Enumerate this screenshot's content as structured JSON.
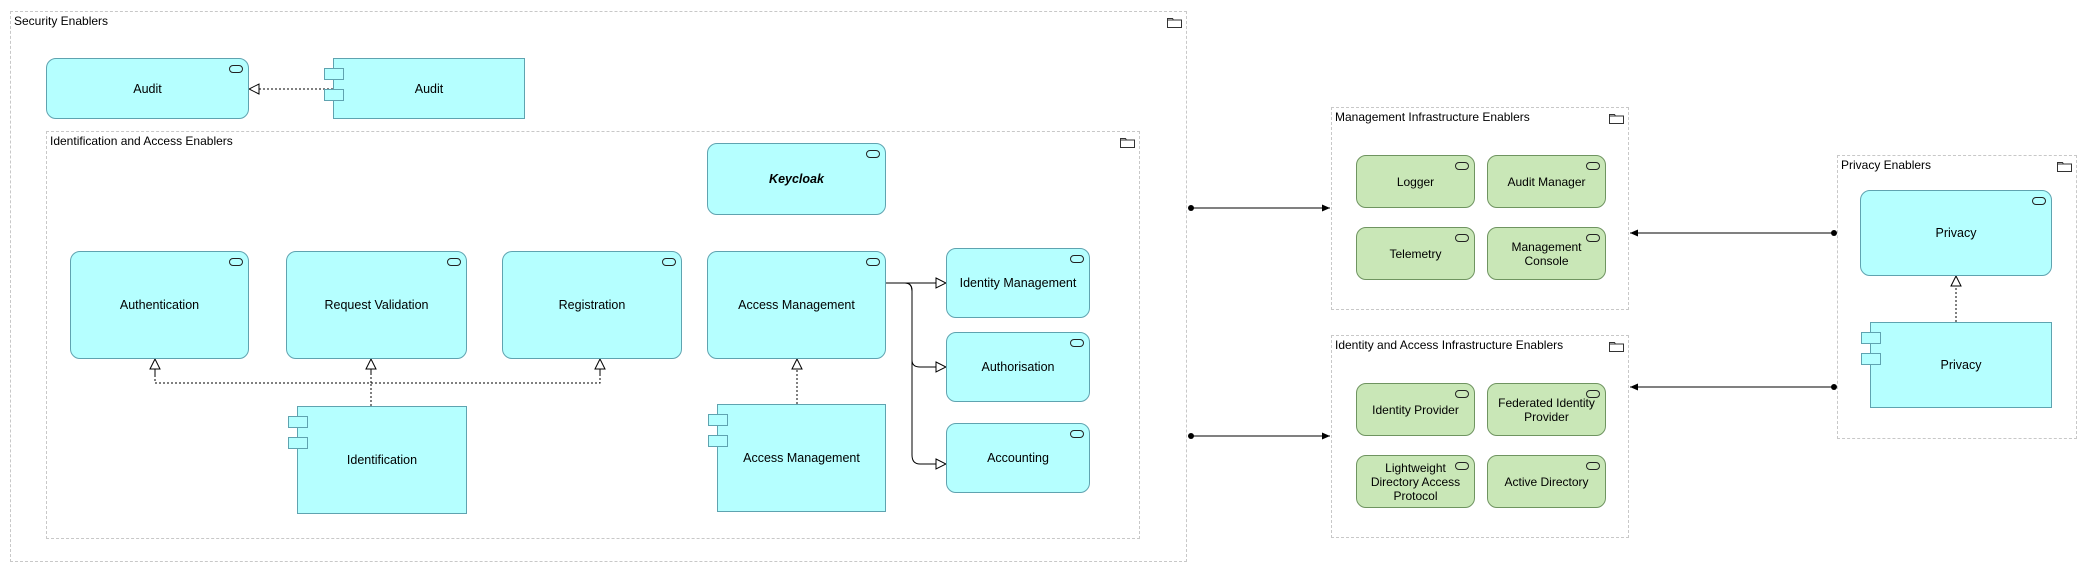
{
  "groups": {
    "security": "Security Enablers",
    "identity_access": "Identification and Access Enablers",
    "management_infra": "Management Infrastructure Enablers",
    "identity_access_infra": "Identity and Access Infrastructure Enablers",
    "privacy": "Privacy Enablers"
  },
  "services": {
    "audit": "Audit",
    "keycloak": "Keycloak",
    "authentication": "Authentication",
    "request_validation": "Request Validation",
    "registration": "Registration",
    "access_management": "Access Management",
    "identity_management": "Identity Management",
    "authorisation": "Authorisation",
    "accounting": "Accounting",
    "privacy": "Privacy"
  },
  "components": {
    "audit": "Audit",
    "identification": "Identification",
    "access_management": "Access Management",
    "privacy": "Privacy"
  },
  "infra_services": {
    "logger": "Logger",
    "audit_manager": "Audit Manager",
    "telemetry": "Telemetry",
    "management_console": "Management Console",
    "identity_provider": "Identity Provider",
    "federated_identity_provider": "Federated Identity Provider",
    "ldap": "Lightweight Directory Access Protocol",
    "active_directory": "Active Directory"
  },
  "colors": {
    "application_fill": "#b5ffff",
    "technology_fill": "#c9e7b7",
    "group_border": "#c8c8c8"
  }
}
